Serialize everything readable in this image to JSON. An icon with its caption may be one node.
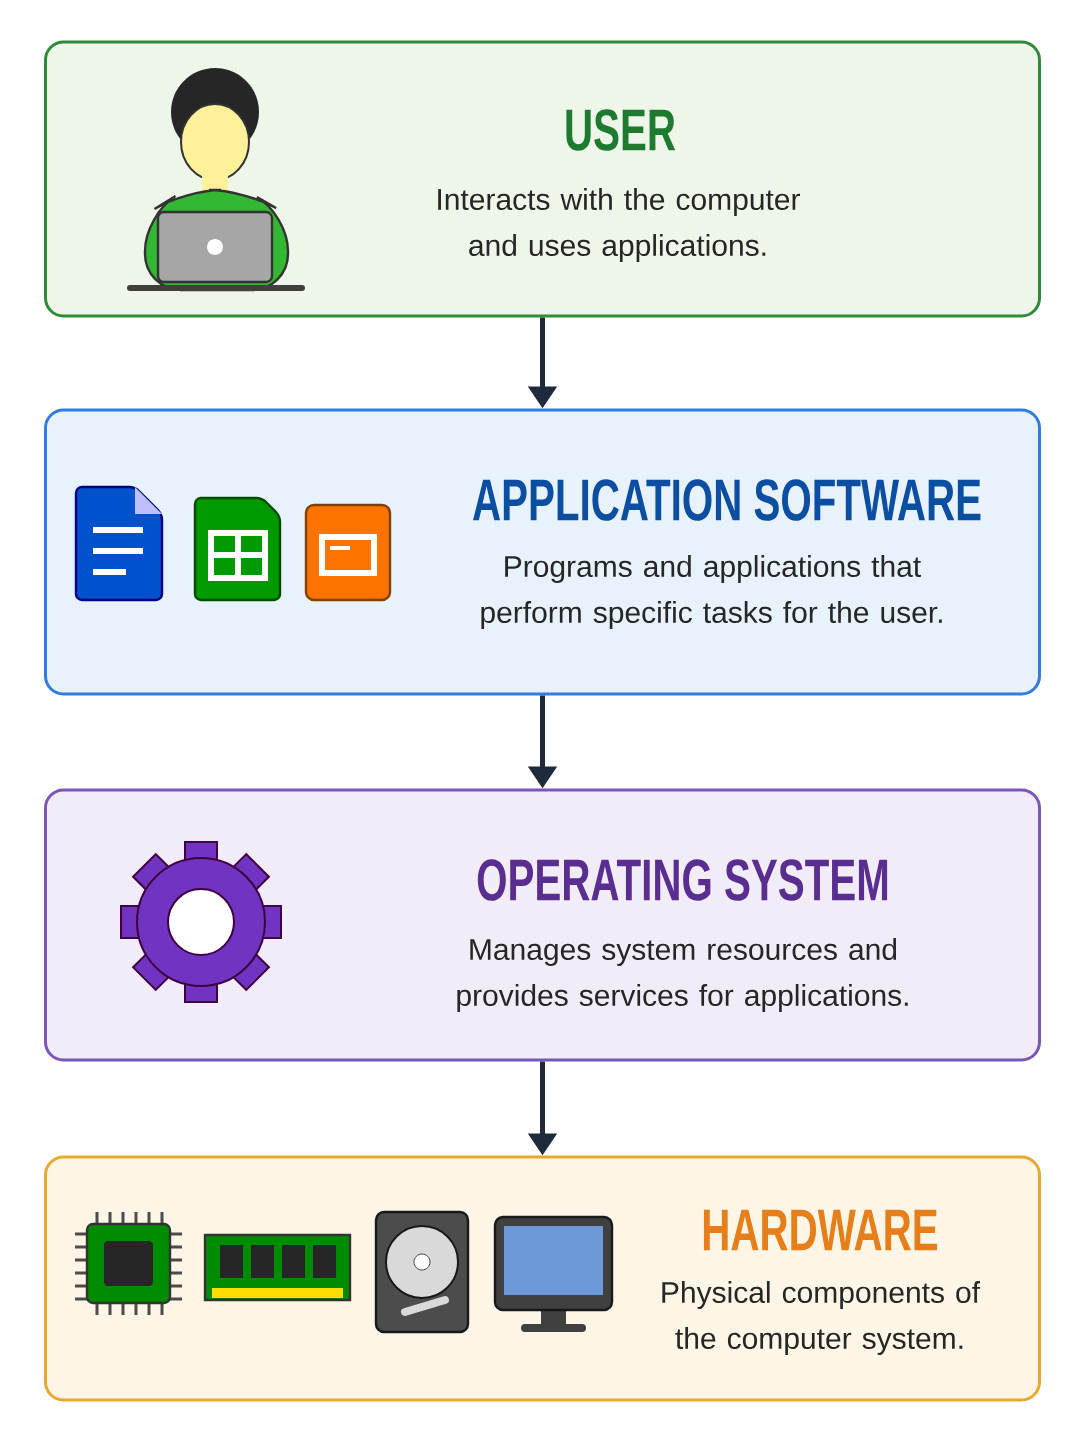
{
  "diagram": {
    "nodes": [
      {
        "text": [
          "USER",
          "Interacts with the computer and uses applications."
        ]
      },
      {
        "text": [
          "APPLICATION SOFTWARE",
          "Programs and applications that perform specific tasks for the user."
        ]
      },
      {
        "text": [
          "OPERATING SYSTEM",
          "Manages system resources and provides services for applications."
        ]
      },
      {
        "text": [
          "HARDWARE",
          "Physical components of the computer system."
        ]
      }
    ],
    "edges": [
      {
        "from": 0,
        "to": 1,
        "arrow": "to"
      },
      {
        "from": 1,
        "to": 2,
        "arrow": "to"
      },
      {
        "from": 2,
        "to": 3,
        "arrow": "to"
      }
    ]
  }
}
